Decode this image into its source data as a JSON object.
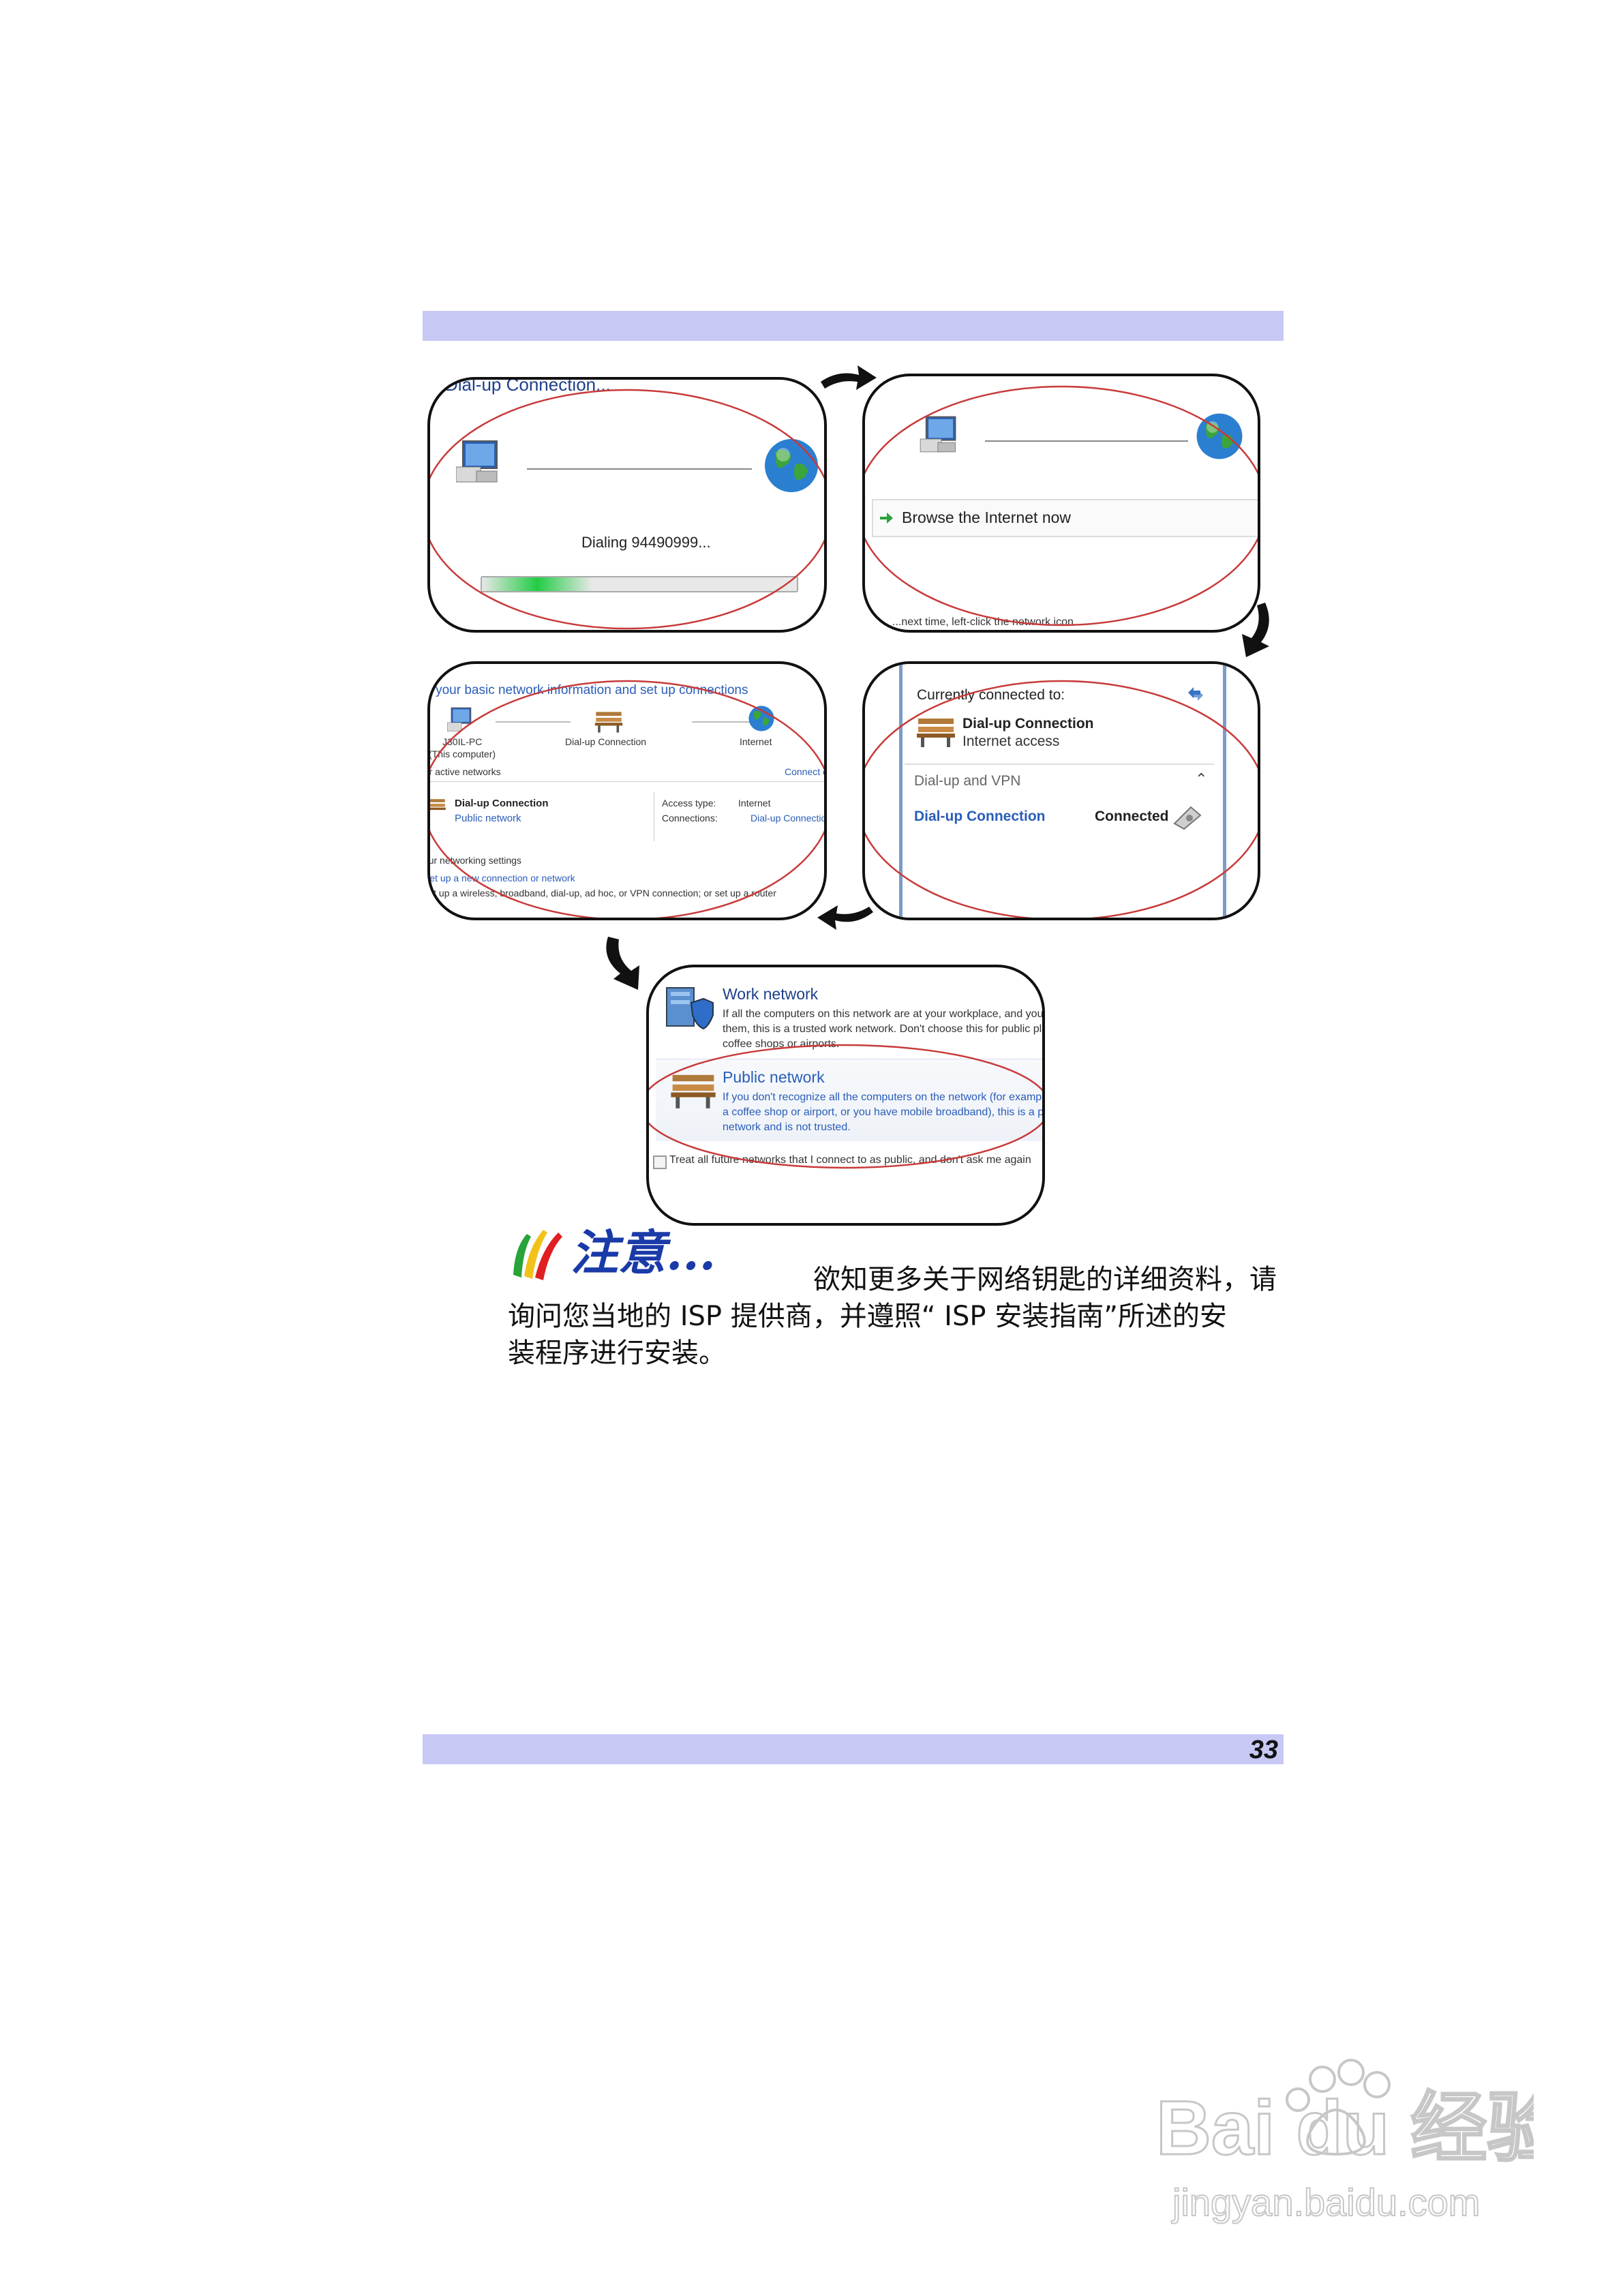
{
  "page_number": "33",
  "panel1": {
    "title": "Dial-up Connection...",
    "status": "Dialing 94490999...",
    "progress": 0.35
  },
  "panel2": {
    "browse_label": "Browse the Internet now",
    "bottom_text": "...next time, left-click the network icon..."
  },
  "panel3": {
    "heading": "View your basic network information and set up connections",
    "nodes": [
      "J30IL-PC\n(This computer)",
      "Dial-up Connection",
      "Internet"
    ],
    "node1_line1": "J30IL-PC",
    "node1_line2": "(This computer)",
    "node2": "Dial-up Connection",
    "node3": "Internet",
    "active_networks": "View your active networks",
    "connect_link": "Connect or disconnect",
    "network_name": "Dial-up Connection",
    "network_type": "Public network",
    "access_type_label": "Access type:",
    "access_type_value": "Internet",
    "connections_label": "Connections:",
    "connections_value": "Dial-up Connection",
    "settings_heading": "Change your networking settings",
    "setup_link": "Set up a new connection or network",
    "setup_desc": "Set up a wireless, broadband, dial-up, ad hoc, or VPN connection; or set up a router"
  },
  "panel4": {
    "currently": "Currently connected to:",
    "conn_name": "Dial-up Connection",
    "conn_access": "Internet access",
    "section": "Dial-up and VPN",
    "item_name": "Dial-up Connection",
    "item_status": "Connected"
  },
  "panel5": {
    "work_title": "Work network",
    "work_desc1": "If all the computers on this network are at your workplace, and you know",
    "work_desc2": "them, this is a trusted work network.  Don't choose this for public places such as",
    "work_desc3": "coffee shops or airports.",
    "public_title": "Public network",
    "public_desc1": "If you don't recognize all the computers on the network (for example,",
    "public_desc2": "a coffee shop or airport, or you have mobile broadband), this is a public",
    "public_desc3": "network and is not trusted.",
    "checkbox_label": "Treat all future networks that I connect to as public, and don't ask me again"
  },
  "note": {
    "logo_text": "注意...",
    "line1": "欲知更多关于网络钥匙的详细资料，请",
    "line2": "询问您当地的 ISP 提供商，并遵照“ ISP 安装指南”所述的安",
    "line3": "装程序进行安装。"
  },
  "watermark": {
    "brand": "Bai du 经验",
    "url": "jingyan.baidu.com"
  },
  "colors": {
    "band": "#c8c8f4",
    "link": "#2a5db8",
    "oval": "#c83a3a"
  }
}
